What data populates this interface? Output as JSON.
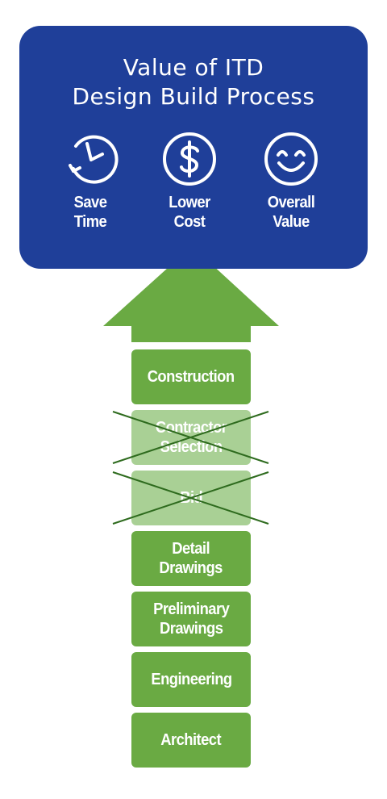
{
  "header": {
    "title_line1": "Value of ITD",
    "title_line2": "Design Build Process"
  },
  "benefits": [
    {
      "icon": "clock-icon",
      "label": "Save\nTime"
    },
    {
      "icon": "dollar-icon",
      "label": "Lower\nCost"
    },
    {
      "icon": "smiley-icon",
      "label": "Overall\nValue"
    }
  ],
  "steps": [
    {
      "label": "Construction",
      "eliminated": false
    },
    {
      "label": "Contractor\nSelection",
      "eliminated": true
    },
    {
      "label": "Bid",
      "eliminated": true
    },
    {
      "label": "Detail\nDrawings",
      "eliminated": false
    },
    {
      "label": "Preliminary\nDrawings",
      "eliminated": false
    },
    {
      "label": "Engineering",
      "eliminated": false
    },
    {
      "label": "Architect",
      "eliminated": false
    }
  ],
  "colors": {
    "panel": "#1f3f99",
    "step": "#6aaa43",
    "step_eliminated": "#a9d095",
    "cross_line": "#2e6b1e"
  }
}
